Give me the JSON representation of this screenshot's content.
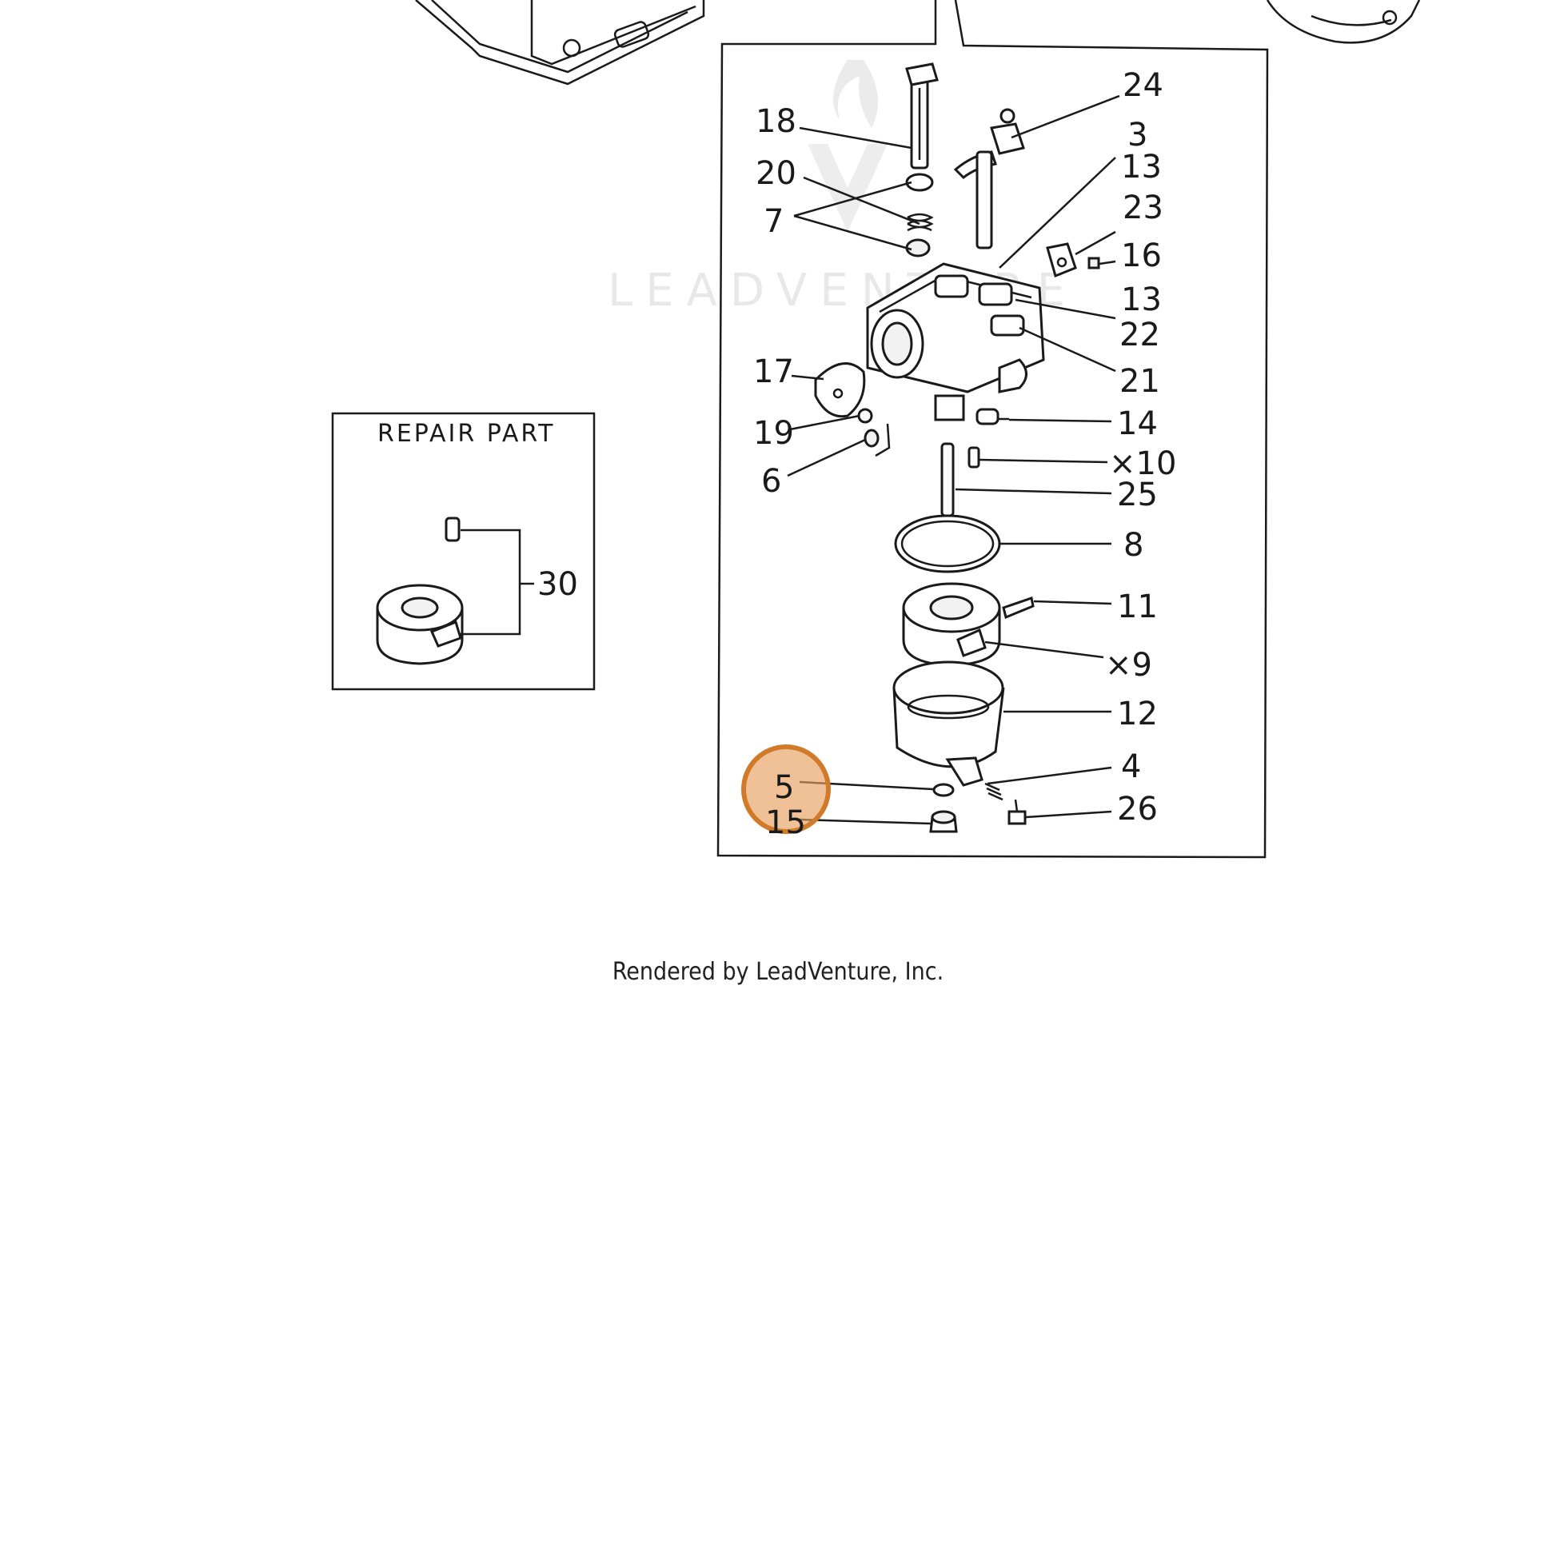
{
  "repair_box": {
    "title": "REPAIR PART",
    "callout": "30"
  },
  "watermark": "LEADVENTURE",
  "highlight": {
    "color": "#e8a060",
    "ring_color": "#d07a2a"
  },
  "callouts": {
    "c18": "18",
    "c20": "20",
    "c7": "7",
    "c17": "17",
    "c19": "19",
    "c6": "6",
    "c24": "24",
    "c3": "3",
    "c13a": "13",
    "c23": "23",
    "c16": "16",
    "c13b": "13",
    "c22": "22",
    "c21": "21",
    "c14": "14",
    "c10": "×10",
    "c25": "25",
    "c8": "8",
    "c11": "11",
    "c9": "×9",
    "c12": "12",
    "c4": "4",
    "c26": "26",
    "c5": "5",
    "c15": "15"
  },
  "footer": "Rendered by LeadVenture, Inc."
}
